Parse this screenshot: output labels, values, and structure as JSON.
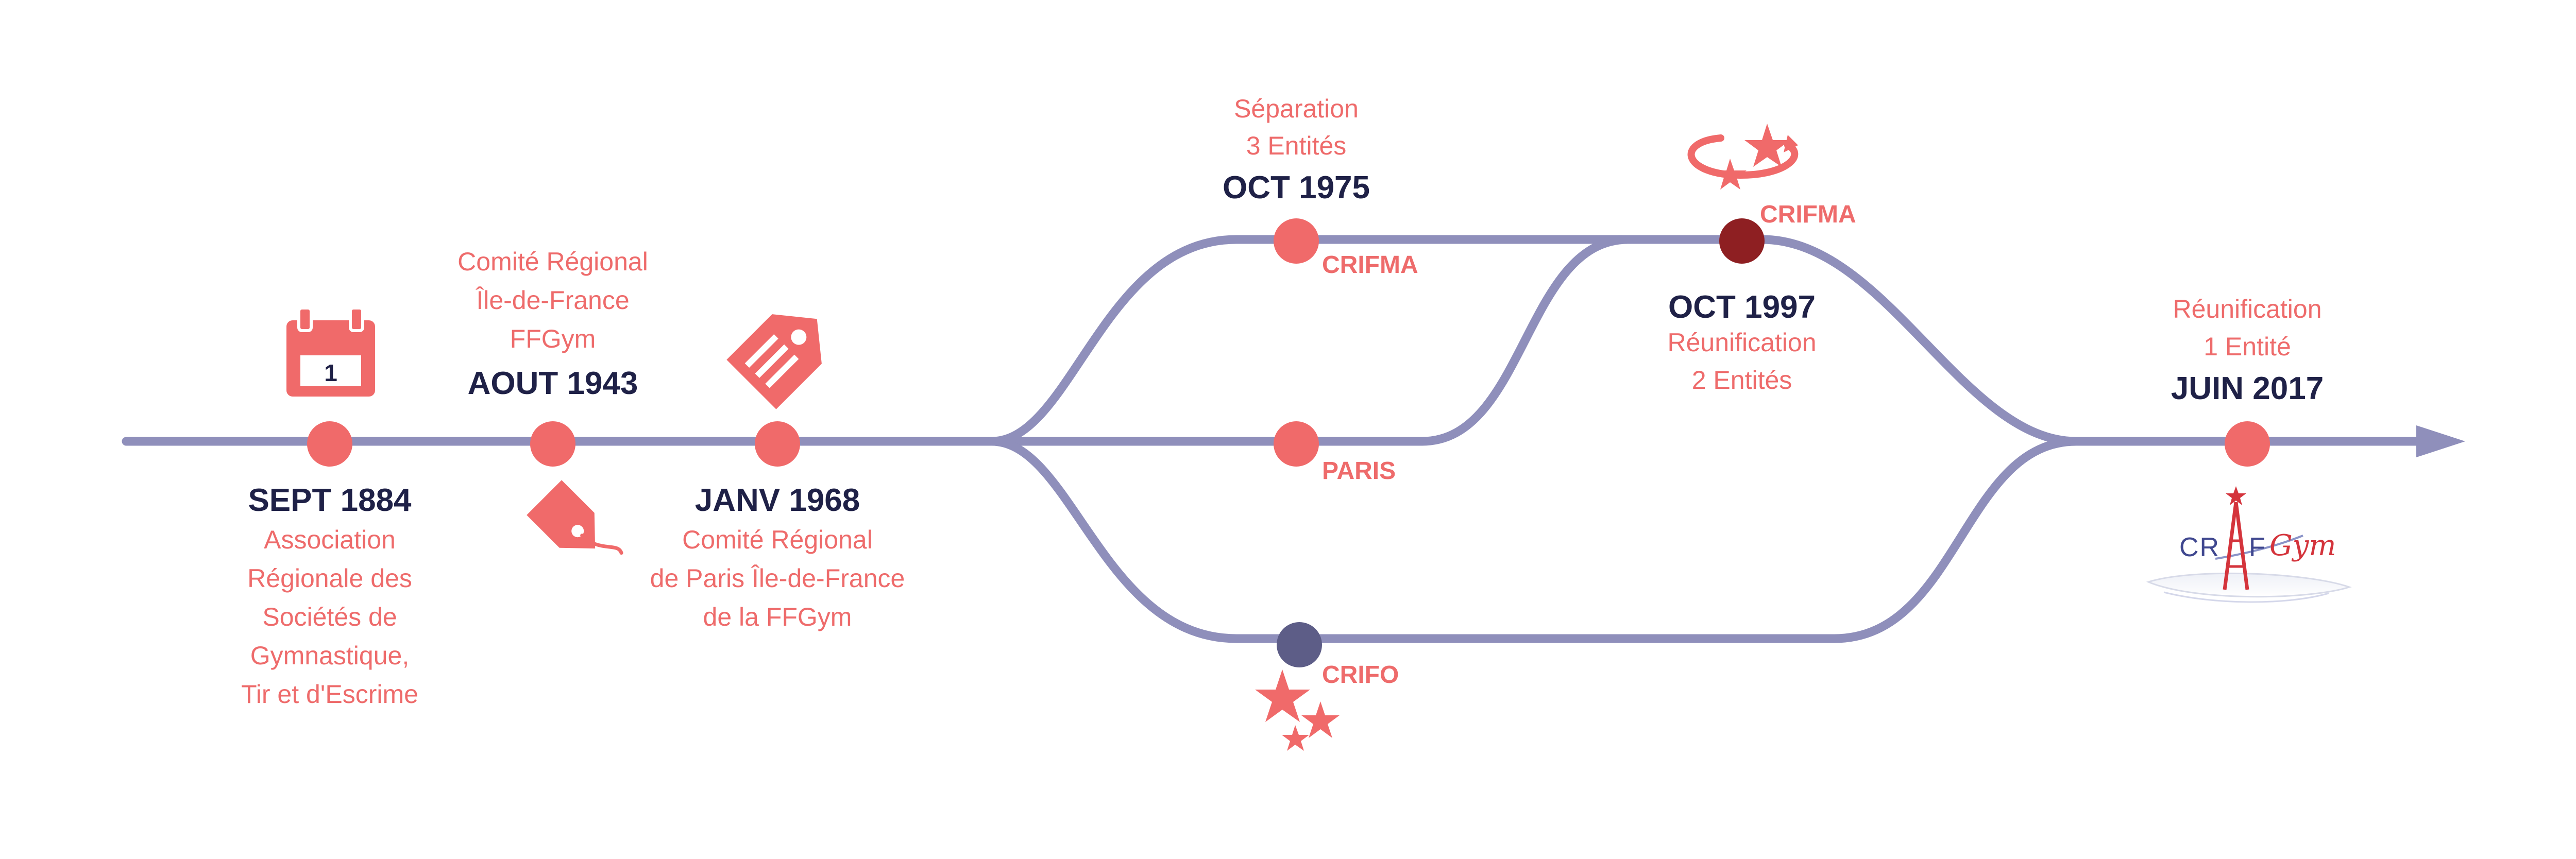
{
  "colors": {
    "track": "#8f8fbb",
    "accent": "#ee6b6b",
    "date_text": "#1f2147",
    "node_default": "#f06a6a",
    "node_crifma_1997": "#8e1f22",
    "node_crifo": "#5d5d87"
  },
  "events": [
    {
      "id": "1884",
      "date": "SEPT 1884",
      "lines": [
        "Association",
        "Régionale des",
        "Sociétés de",
        "Gymnastique,",
        "Tir et d'Escrime"
      ],
      "icon": "calendar-icon"
    },
    {
      "id": "1943",
      "date": "AOUT 1943",
      "lines": [
        "Comité Régional",
        "Île-de-France",
        "FFGym"
      ],
      "icon": "price-tag-icon"
    },
    {
      "id": "1968",
      "date": "JANV 1968",
      "lines": [
        "Comité Régional",
        "de Paris Île-de-France",
        "de la FFGym"
      ],
      "icon": "price-tag-icon"
    },
    {
      "id": "1975",
      "date": "OCT 1975",
      "lines": [
        "Séparation",
        "3 Entités"
      ]
    },
    {
      "id": "1997",
      "date": "OCT 1997",
      "lines": [
        "Réunification",
        "2 Entités"
      ],
      "icon": "rotating-stars-icon"
    },
    {
      "id": "2017",
      "date": "JUIN 2017",
      "lines": [
        "Réunification",
        "1 Entité"
      ],
      "icon": "crif-gym-logo"
    }
  ],
  "branches": {
    "crifma_1975": "CRIFMA",
    "paris": "PARIS",
    "crifo": "CRIFO",
    "crifma_1997": "CRIFMA"
  },
  "calendar_day": "1",
  "logo": {
    "left": "CR",
    "i": "I",
    "right": "F",
    "gym": "Gym"
  }
}
